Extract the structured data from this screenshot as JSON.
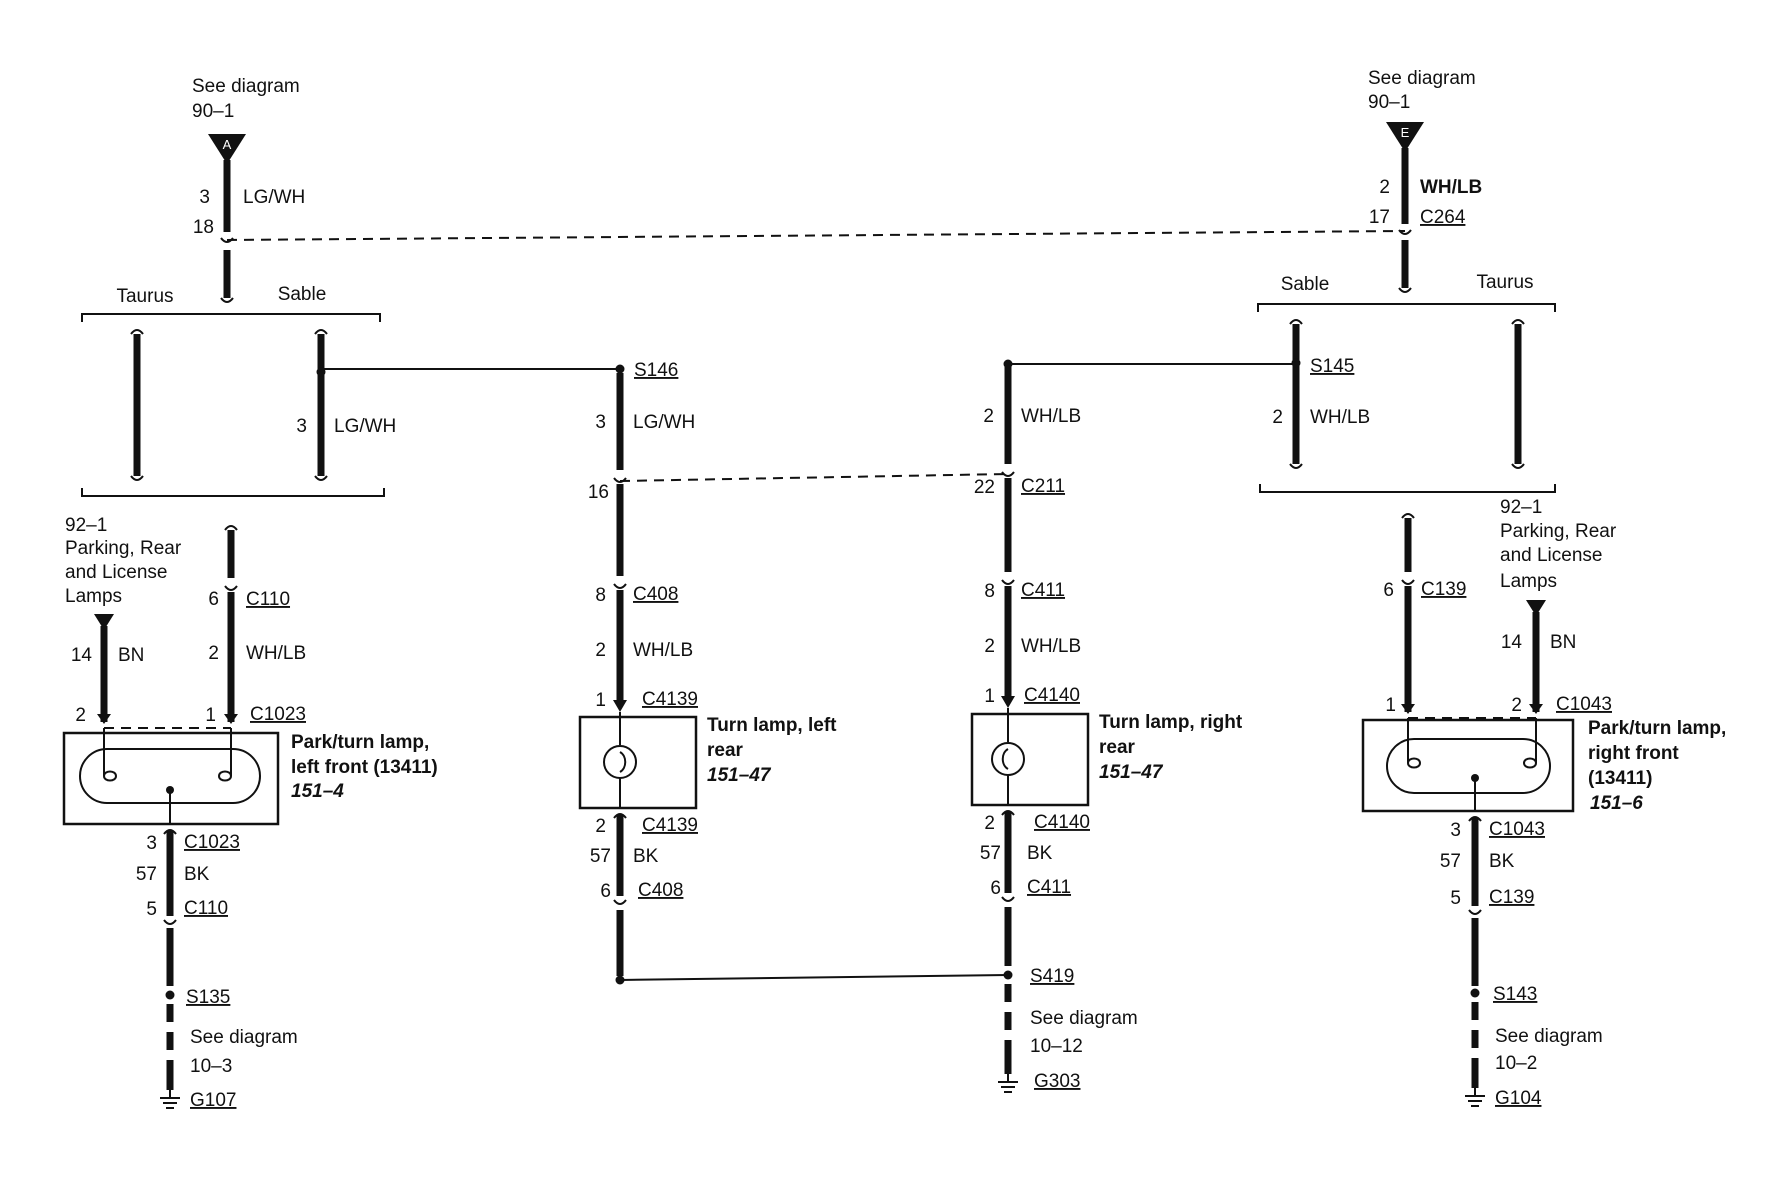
{
  "top_left": {
    "ref": "See diagram",
    "ref_num": "90–1",
    "conn": "A",
    "pin_a": "3",
    "color_a": "LG/WH",
    "pin_b": "18"
  },
  "top_right": {
    "ref": "See diagram",
    "ref_num": "90–1",
    "conn": "E",
    "pin_a": "2",
    "color_a": "WH/LB",
    "pin_b": "17",
    "conn_id": "C264"
  },
  "branch_left": {
    "left": "Taurus",
    "right": "Sable",
    "wire_num": "3",
    "wire_color": "LG/WH"
  },
  "branch_right": {
    "left": "Sable",
    "right": "Taurus",
    "wire_num": "2",
    "wire_color": "WH/LB"
  },
  "note_left": {
    "l1": "92–1",
    "l2": "Parking, Rear",
    "l3": "and License",
    "l4": "Lamps"
  },
  "note_right": {
    "l1": "92–1",
    "l2": "Parking, Rear",
    "l3": "and License",
    "l4": "Lamps"
  },
  "lf": {
    "c110_pin": "6",
    "c110": "C110",
    "bn_pin": "14",
    "bn": "BN",
    "wire_pin": "2",
    "wire": "WH/LB",
    "p2": "2",
    "p1": "1",
    "conn": "C1023",
    "name1": "Park/turn lamp,",
    "name2": "left front (13411)",
    "ref": "151–4",
    "g_pin": "3",
    "g_conn": "C1023",
    "bk_pin": "57",
    "bk": "BK",
    "g2_pin": "5",
    "g2_conn": "C110",
    "splice": "S135",
    "see": "See diagram",
    "see_num": "10–3",
    "ground": "G107"
  },
  "lr": {
    "splice": "S146",
    "w_pin": "3",
    "w": "LG/WH",
    "c_pin": "16",
    "c408_pin": "8",
    "c408": "C408",
    "w2_pin": "2",
    "w2": "WH/LB",
    "p1": "1",
    "conn": "C4139",
    "name1": "Turn lamp, left",
    "name2": "rear",
    "ref": "151–47",
    "g_pin": "2",
    "g_conn": "C4139",
    "bk_pin": "57",
    "bk": "BK",
    "g2_pin": "6",
    "g2_conn": "C408"
  },
  "rr": {
    "w_pin": "2",
    "w": "WH/LB",
    "c_pin": "22",
    "c211": "C211",
    "c411_pin": "8",
    "c411": "C411",
    "w2_pin": "2",
    "w2": "WH/LB",
    "p1": "1",
    "conn": "C4140",
    "name1": "Turn lamp, right",
    "name2": "rear",
    "ref": "151–47",
    "g_pin": "2",
    "g_conn": "C4140",
    "bk_pin": "57",
    "bk": "BK",
    "g2_pin": "6",
    "g2_conn": "C411",
    "splice": "S419",
    "see": "See diagram",
    "see_num": "10–12",
    "ground": "G303"
  },
  "rf": {
    "splice": "S145",
    "c139_pin": "6",
    "c139": "C139",
    "bn_pin": "14",
    "bn": "BN",
    "p1": "1",
    "p2": "2",
    "conn": "C1043",
    "name1": "Park/turn lamp,",
    "name2": "right front",
    "name3": "(13411)",
    "ref": "151–6",
    "g_pin": "3",
    "g_conn": "C1043",
    "bk_pin": "57",
    "bk": "BK",
    "g2_pin": "5",
    "g2_conn": "C139",
    "splice2": "S143",
    "see": "See diagram",
    "see_num": "10–2",
    "ground": "G104"
  }
}
